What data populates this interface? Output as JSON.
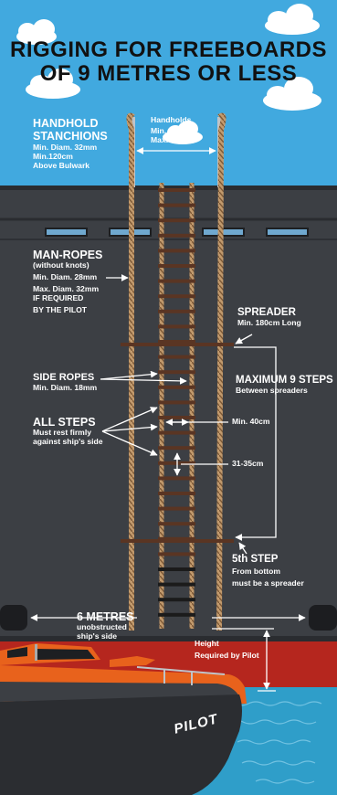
{
  "title": {
    "line1": "RIGGING FOR FREEBOARDS",
    "line2": "OF 9 METRES OR LESS"
  },
  "labels": {
    "handhold_stanchions": {
      "heading1": "HANDHOLD",
      "heading2": "STANCHIONS",
      "line1": "Min. Diam. 32mm",
      "line2": "Min.120cm",
      "line3": "Above Bulwark"
    },
    "handholds": {
      "line1": "Handholds",
      "line2": "Min. 70cm",
      "line3": "Max. 80cm"
    },
    "man_ropes": {
      "heading": "MAN-ROPES",
      "line1": "(without knots)",
      "line2": "Min. Diam. 28mm",
      "line3": "Max. Diam. 32mm",
      "line4": "IF REQUIRED",
      "line5": "BY THE PILOT"
    },
    "spreader": {
      "heading": "SPREADER",
      "line1": "Min. 180cm Long"
    },
    "side_ropes": {
      "heading": "SIDE ROPES",
      "line1": "Min. Diam. 18mm"
    },
    "maximum_steps": {
      "heading": "MAXIMUM 9 STEPS",
      "line1": "Between spreaders"
    },
    "all_steps": {
      "heading": "ALL STEPS",
      "line1": "Must rest firmly",
      "line2": "against ship's side"
    },
    "min_40": "Min. 40cm",
    "step_spacing": "31-35cm",
    "fifth_step": {
      "heading": "5th STEP",
      "line1": "From bottom",
      "line2": "must be a spreader"
    },
    "six_metres": {
      "heading": "6 METRES",
      "line1": "unobstructed",
      "line2": "ship's side"
    },
    "height": {
      "line1": "Height",
      "line2": "Required by Pilot"
    },
    "boat_name": "PILOT"
  },
  "colors": {
    "sky": "#41a9df",
    "hull": "#3c3f44",
    "hull_dark": "#2d2f33",
    "rope": "#b0855a",
    "step": "#5a3523",
    "red_hull": "#b5261e",
    "sea": "#2f9ec9",
    "boat_orange": "#e8621c"
  }
}
